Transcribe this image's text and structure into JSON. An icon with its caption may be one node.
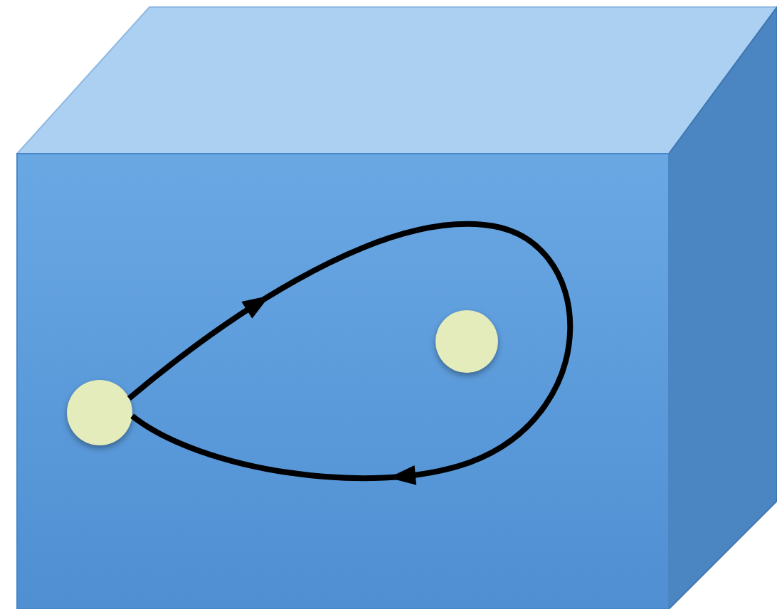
{
  "diagram": {
    "nodes": [
      {
        "text": [],
        "shape": "cube"
      },
      {
        "text": [],
        "shape": "circle",
        "in": 0
      },
      {
        "text": [],
        "shape": "circle",
        "in": 0
      }
    ],
    "edges": [
      {
        "from": 1,
        "to": 1,
        "arrow": "to"
      }
    ]
  }
}
